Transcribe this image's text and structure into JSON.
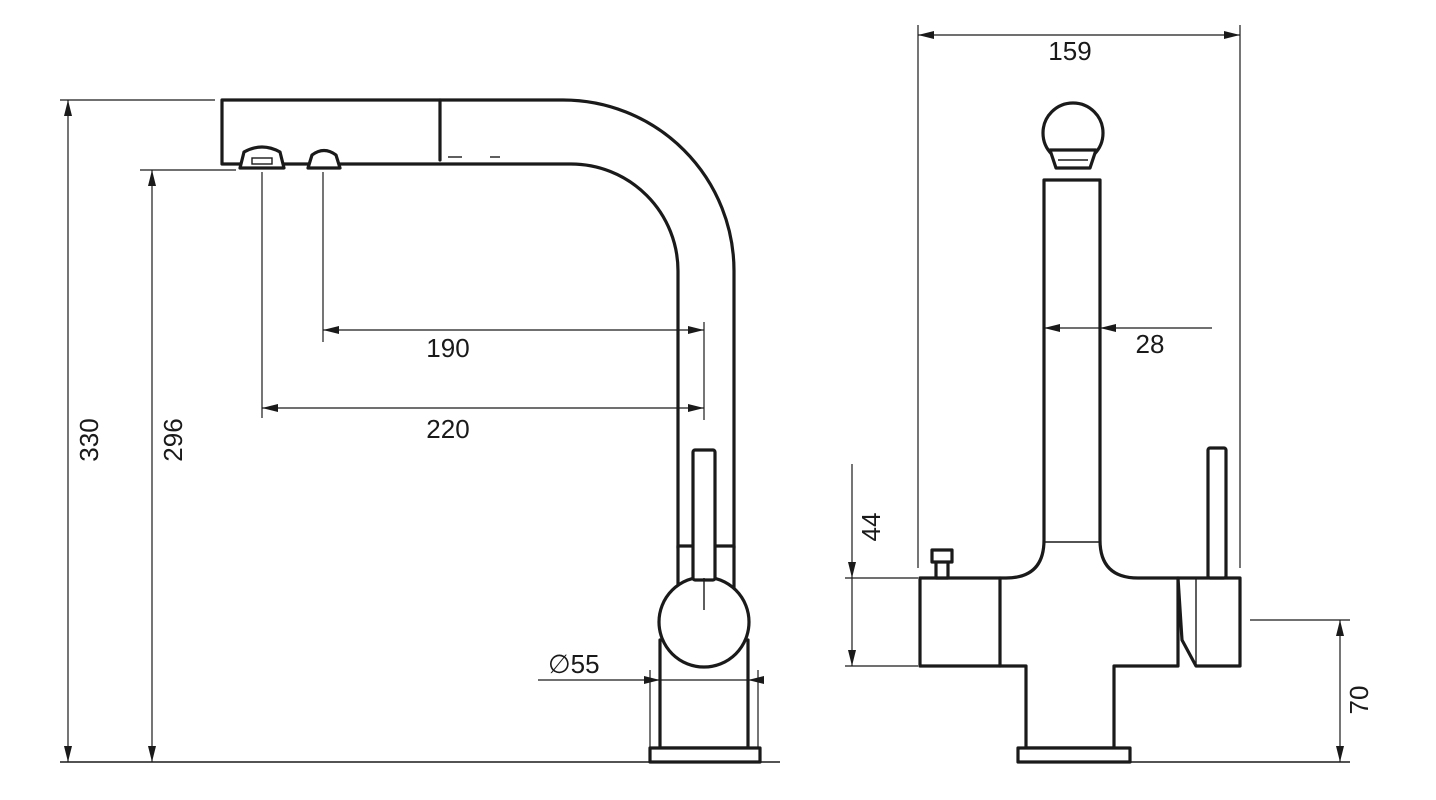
{
  "side_view": {
    "dimensions": {
      "total_height": "330",
      "spout_height": "296",
      "reach_inner": "190",
      "reach_outer": "220",
      "base_diameter": "∅55"
    }
  },
  "front_view": {
    "dimensions": {
      "total_width": "159",
      "spout_width": "28",
      "body_height": "44",
      "lever_height": "70"
    }
  }
}
